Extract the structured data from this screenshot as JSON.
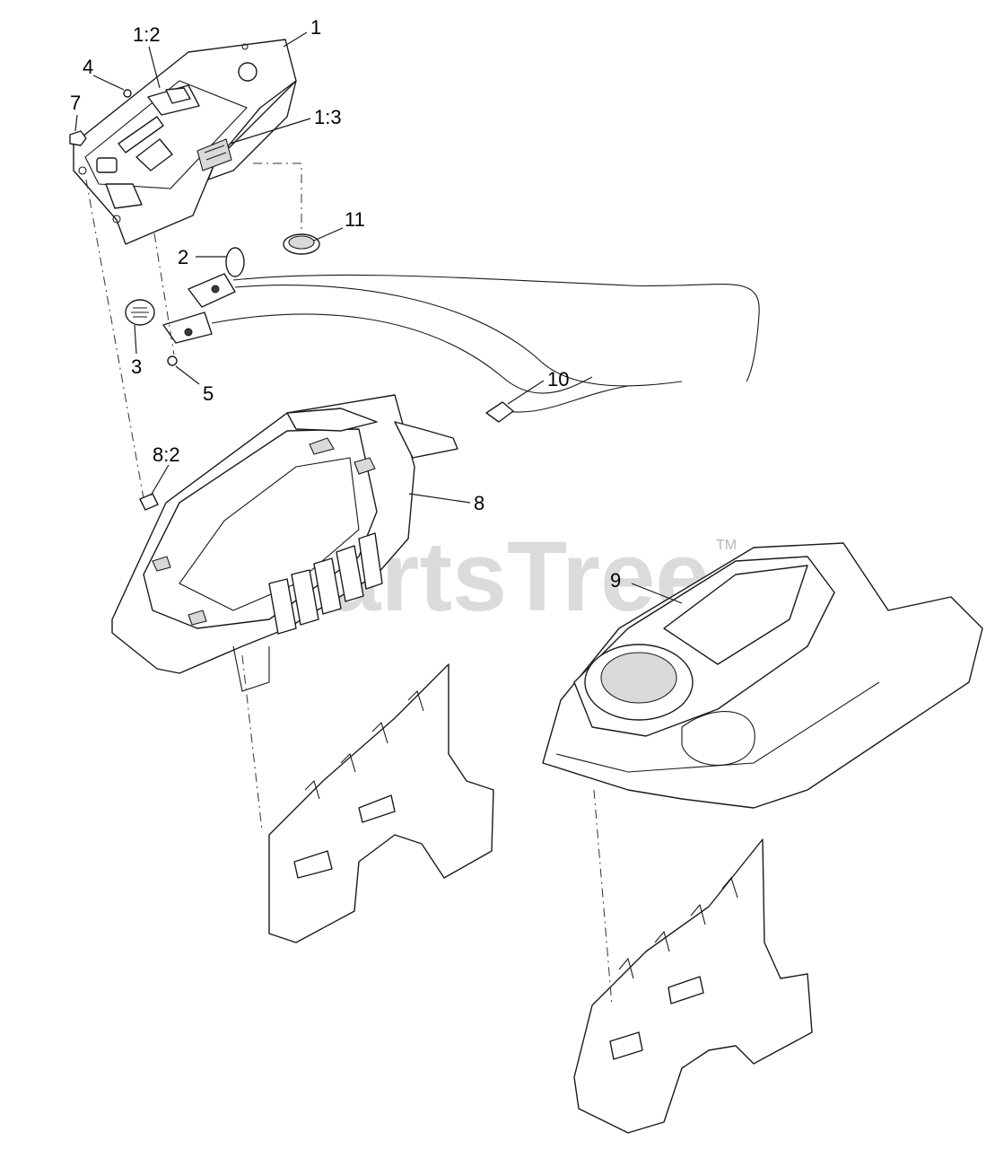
{
  "watermark": {
    "text": "PartsTree",
    "trademark": "TM"
  },
  "callouts": [
    {
      "id": "c1",
      "label": "1"
    },
    {
      "id": "c1-2",
      "label": "1:2"
    },
    {
      "id": "c1-3",
      "label": "1:3"
    },
    {
      "id": "c2",
      "label": "2"
    },
    {
      "id": "c3",
      "label": "3"
    },
    {
      "id": "c4",
      "label": "4"
    },
    {
      "id": "c5",
      "label": "5"
    },
    {
      "id": "c7",
      "label": "7"
    },
    {
      "id": "c8",
      "label": "8"
    },
    {
      "id": "c8-2",
      "label": "8:2"
    },
    {
      "id": "c9",
      "label": "9"
    },
    {
      "id": "c10",
      "label": "10"
    },
    {
      "id": "c11",
      "label": "11"
    }
  ]
}
